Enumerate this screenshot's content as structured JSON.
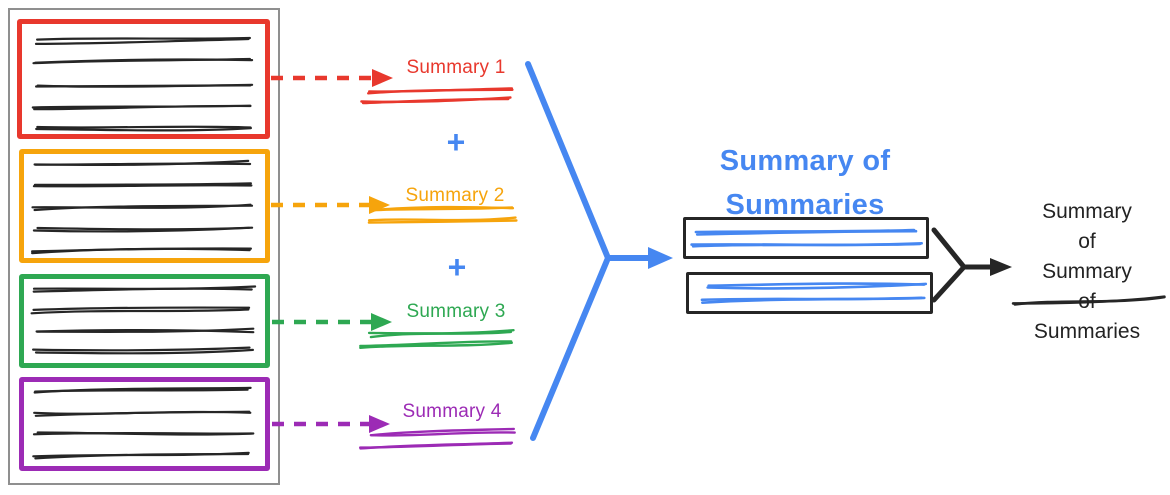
{
  "colors": {
    "red": "#E8382D",
    "yellow": "#F6A40C",
    "green": "#2EA852",
    "purple": "#9C2BB5",
    "blue": "#4687F1",
    "ink": "#262626",
    "frame": "#8F8F8F"
  },
  "documents": {
    "boxes": [
      {
        "name": "document-1",
        "color": "#E8382D",
        "text_lines": 5
      },
      {
        "name": "document-2",
        "color": "#F6A40C",
        "text_lines": 5
      },
      {
        "name": "document-3",
        "color": "#2EA852",
        "text_lines": 4
      },
      {
        "name": "document-4",
        "color": "#9C2BB5",
        "text_lines": 4
      }
    ]
  },
  "summaries": [
    {
      "label": "Summary 1",
      "color": "#E8382D"
    },
    {
      "label": "Summary 2",
      "color": "#F6A40C"
    },
    {
      "label": "Summary 3",
      "color": "#2EA852"
    },
    {
      "label": "Summary 4",
      "color": "#9C2BB5"
    }
  ],
  "plus": "+",
  "summary_of_summaries": {
    "title": "Summary of\nSummaries",
    "color": "#4687F1",
    "box_count": 2
  },
  "final": {
    "label": "Summary\nof Summary\nof Summaries"
  }
}
